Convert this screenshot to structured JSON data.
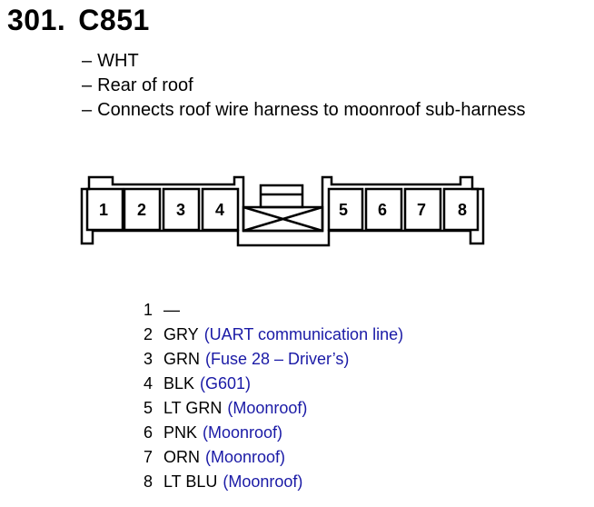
{
  "header": {
    "number": "301.",
    "connector": "C851"
  },
  "notes": [
    {
      "dash": "–",
      "text": "WHT"
    },
    {
      "dash": "–",
      "text": "Rear of roof"
    },
    {
      "dash": "–",
      "text": "Connects roof wire harness to moonroof sub-harness"
    }
  ],
  "connector_diagram": {
    "pin_labels": [
      "1",
      "2",
      "3",
      "4",
      "5",
      "6",
      "7",
      "8"
    ]
  },
  "pins": [
    {
      "pin": "1",
      "wire": "—",
      "dest": ""
    },
    {
      "pin": "2",
      "wire": "GRY",
      "dest": "(UART communication line)"
    },
    {
      "pin": "3",
      "wire": "GRN",
      "dest": "(Fuse 28 – Driver’s)"
    },
    {
      "pin": "4",
      "wire": "BLK",
      "dest": "(G601)"
    },
    {
      "pin": "5",
      "wire": "LT GRN",
      "dest": "(Moonroof)"
    },
    {
      "pin": "6",
      "wire": "PNK",
      "dest": "(Moonroof)"
    },
    {
      "pin": "7",
      "wire": "ORN",
      "dest": "(Moonroof)"
    },
    {
      "pin": "8",
      "wire": "LT BLU",
      "dest": "(Moonroof)"
    }
  ],
  "colors": {
    "text": "#000000",
    "destination": "#1a1aa6",
    "background": "#ffffff"
  }
}
